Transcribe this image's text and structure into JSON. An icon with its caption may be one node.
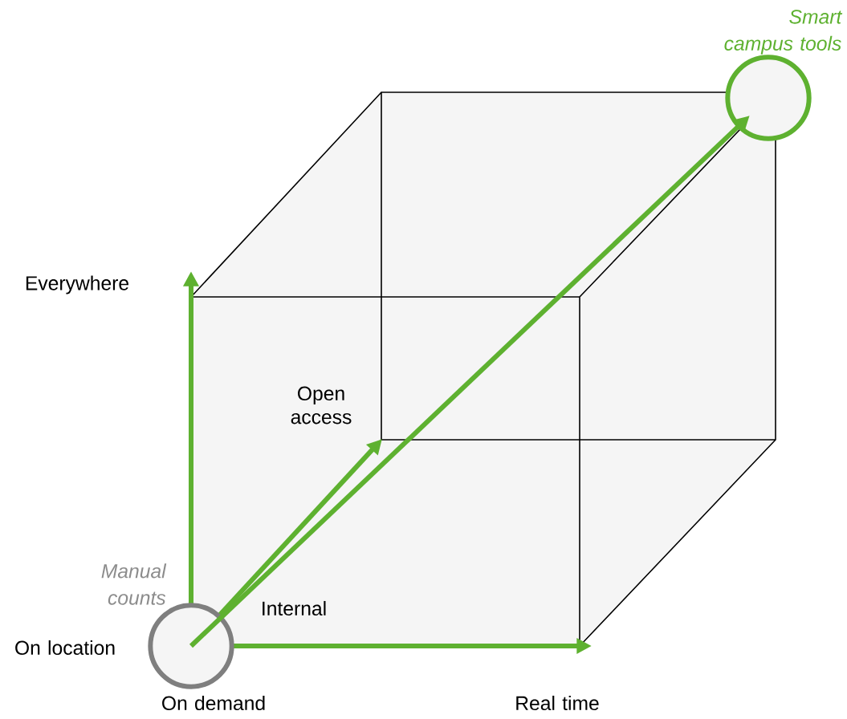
{
  "diagram": {
    "nodes": [
      {
        "text": [],
        "shape": "circle",
        "beside": [
          "Manual counts"
        ]
      },
      {
        "text": [],
        "shape": "circle",
        "beside": [
          "Smart campus tools"
        ]
      }
    ],
    "edges": [
      {
        "from": 0,
        "to": 1,
        "arrow": "to"
      }
    ],
    "labels": [
      "Everywhere",
      "Open access",
      "Internal",
      "On location",
      "On demand",
      "Real time"
    ]
  }
}
